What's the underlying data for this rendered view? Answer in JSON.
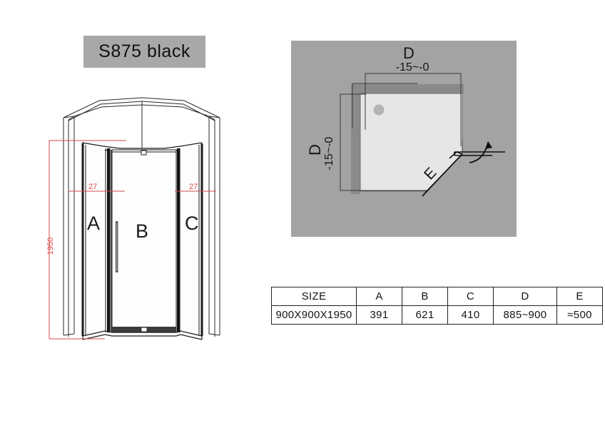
{
  "title": {
    "label": "S875 black"
  },
  "elevation": {
    "height_dimension": "1950",
    "left_offset_dimension": "27",
    "right_offset_dimension": "27",
    "panels": [
      {
        "id": "panel-a",
        "label": "A"
      },
      {
        "id": "panel-b",
        "label": "B"
      },
      {
        "id": "panel-c",
        "label": "C"
      }
    ]
  },
  "plan": {
    "top_dimension_letter": "D",
    "top_dimension_tolerance": "-15~-0",
    "left_dimension_letter": "D",
    "left_dimension_tolerance": "-15~-0",
    "door_label": "E"
  },
  "table": {
    "headers": [
      "SIZE",
      "A",
      "B",
      "C",
      "D",
      "E"
    ],
    "rows": [
      [
        "900X900X1950",
        "391",
        "621",
        "410",
        "885~900",
        "≈500"
      ]
    ]
  },
  "colors": {
    "title_background": "#a8a8a8",
    "plan_background": "#a3a3a3",
    "dimension_red": "#d94a4a",
    "line_black": "#1b1b1b",
    "wall_dark": "#8a8a8a",
    "tray_light": "#e6e6e6"
  }
}
